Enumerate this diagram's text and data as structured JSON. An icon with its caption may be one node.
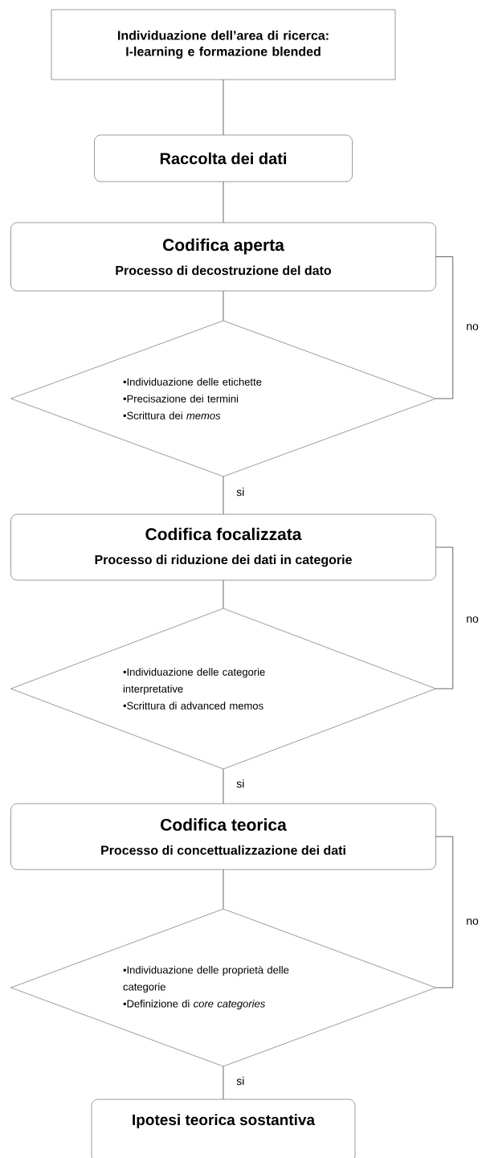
{
  "diagram": {
    "nodes": [
      {
        "text": [
          "Individuazione dell’area di ricerca: I-learning e formazione blended"
        ]
      },
      {
        "text": [
          "Raccolta dei dati"
        ]
      },
      {
        "text": [
          "Codifica aperta",
          "Processo di decostruzione del dato"
        ]
      },
      {
        "text": [
          "•Individuazione delle etichette",
          "•Precisazione dei termini",
          "•Scrittura dei *memos*"
        ]
      },
      {
        "text": [
          "Codifica focalizzata",
          "Processo di riduzione dei dati in categorie"
        ]
      },
      {
        "text": [
          "•Individuazione delle categorie interpretative",
          "•Scrittura di advanced memos"
        ]
      },
      {
        "text": [
          "Codifica teorica",
          "Processo di concettualizzazione dei dati"
        ]
      },
      {
        "text": [
          "•Individuazione delle proprietà delle categorie",
          "•Definizione di *core categories*"
        ]
      },
      {
        "text": [
          "Ipotesi teorica sostantiva"
        ]
      }
    ],
    "edges": [
      {
        "from": 0,
        "to": 1,
        "arrow": "none"
      },
      {
        "from": 1,
        "to": 2,
        "arrow": "none"
      },
      {
        "from": 2,
        "to": 3,
        "arrow": "none"
      },
      {
        "from": 3,
        "to": 4,
        "arrow": "none",
        "label": "si"
      },
      {
        "from": 3,
        "to": 2,
        "arrow": "none",
        "label": "no"
      },
      {
        "from": 4,
        "to": 5,
        "arrow": "none"
      },
      {
        "from": 5,
        "to": 6,
        "arrow": "none",
        "label": "si"
      },
      {
        "from": 5,
        "to": 4,
        "arrow": "none",
        "label": "no"
      },
      {
        "from": 6,
        "to": 7,
        "arrow": "none"
      },
      {
        "from": 7,
        "to": 8,
        "arrow": "none",
        "label": "si"
      },
      {
        "from": 7,
        "to": 6,
        "arrow": "none",
        "label": "no"
      }
    ]
  }
}
